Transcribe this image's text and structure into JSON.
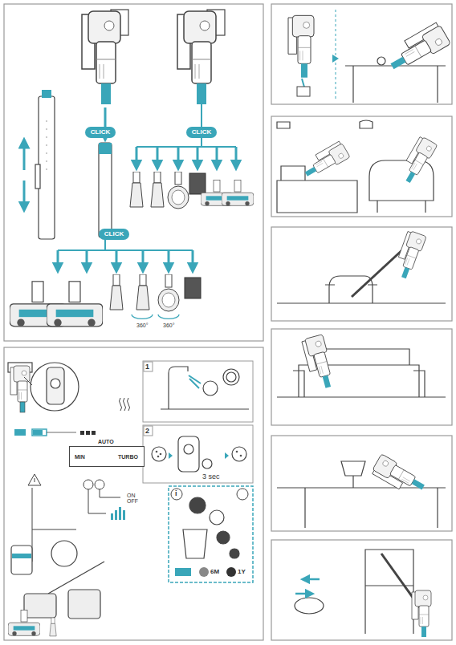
{
  "diagram": {
    "nodes": [
      {
        "text": [
          "CLICK"
        ]
      },
      {
        "text": [
          "CLICK"
        ]
      },
      {
        "text": [
          "CLICK"
        ]
      },
      {
        "text": [
          "AUTO",
          "MIN",
          "TURBO"
        ]
      }
    ],
    "labels": [
      "360°",
      "360°",
      "1",
      "2",
      "3 sec",
      "ON OFF",
      "i",
      "6M",
      "1Y"
    ]
  }
}
